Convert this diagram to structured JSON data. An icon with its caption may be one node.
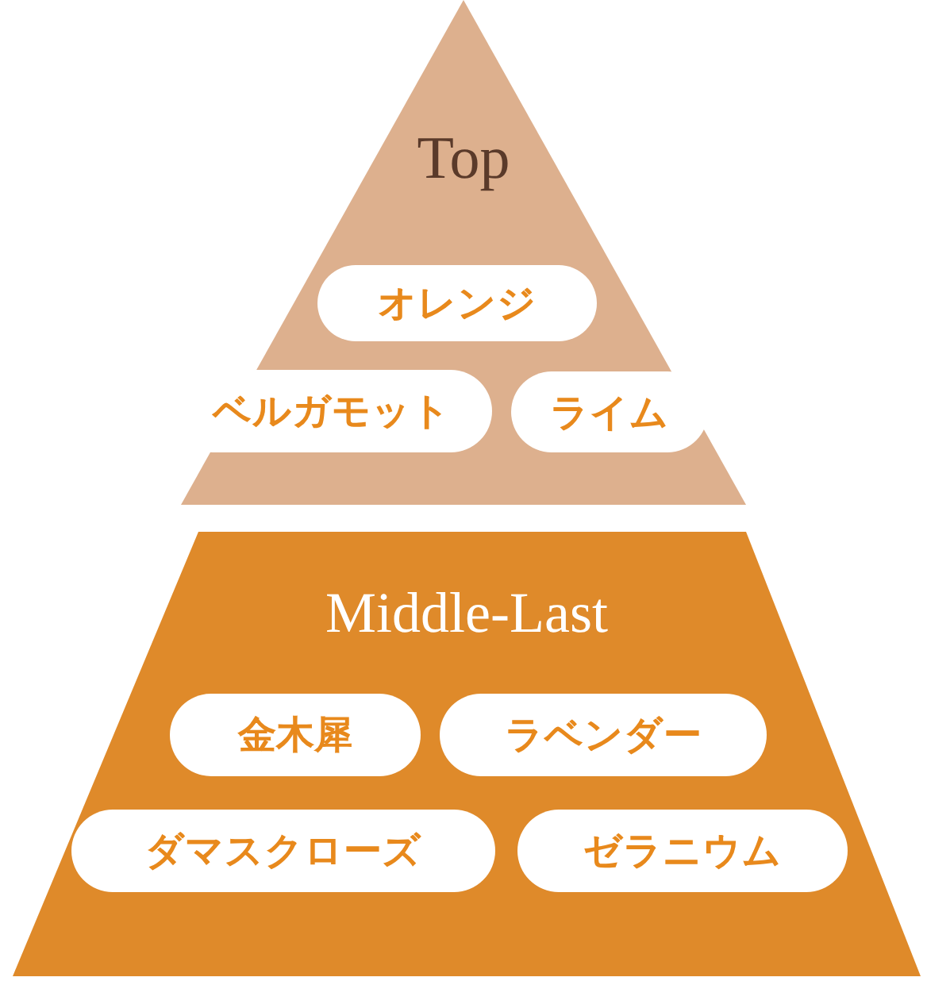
{
  "diagram": {
    "nodes": [
      {
        "text": [
          "Top"
        ]
      },
      {
        "text": [
          "オレンジ"
        ],
        "in": 0
      },
      {
        "text": [
          "ベルガモット"
        ],
        "in": 0
      },
      {
        "text": [
          "ライム"
        ],
        "in": 0
      },
      {
        "text": [
          "Middle-Last"
        ]
      },
      {
        "text": [
          "金木犀"
        ],
        "in": 4
      },
      {
        "text": [
          "ラベンダー"
        ],
        "in": 4
      },
      {
        "text": [
          "ダマスクローズ"
        ],
        "in": 4
      },
      {
        "text": [
          "ゼラニウム"
        ],
        "in": 4
      }
    ]
  }
}
